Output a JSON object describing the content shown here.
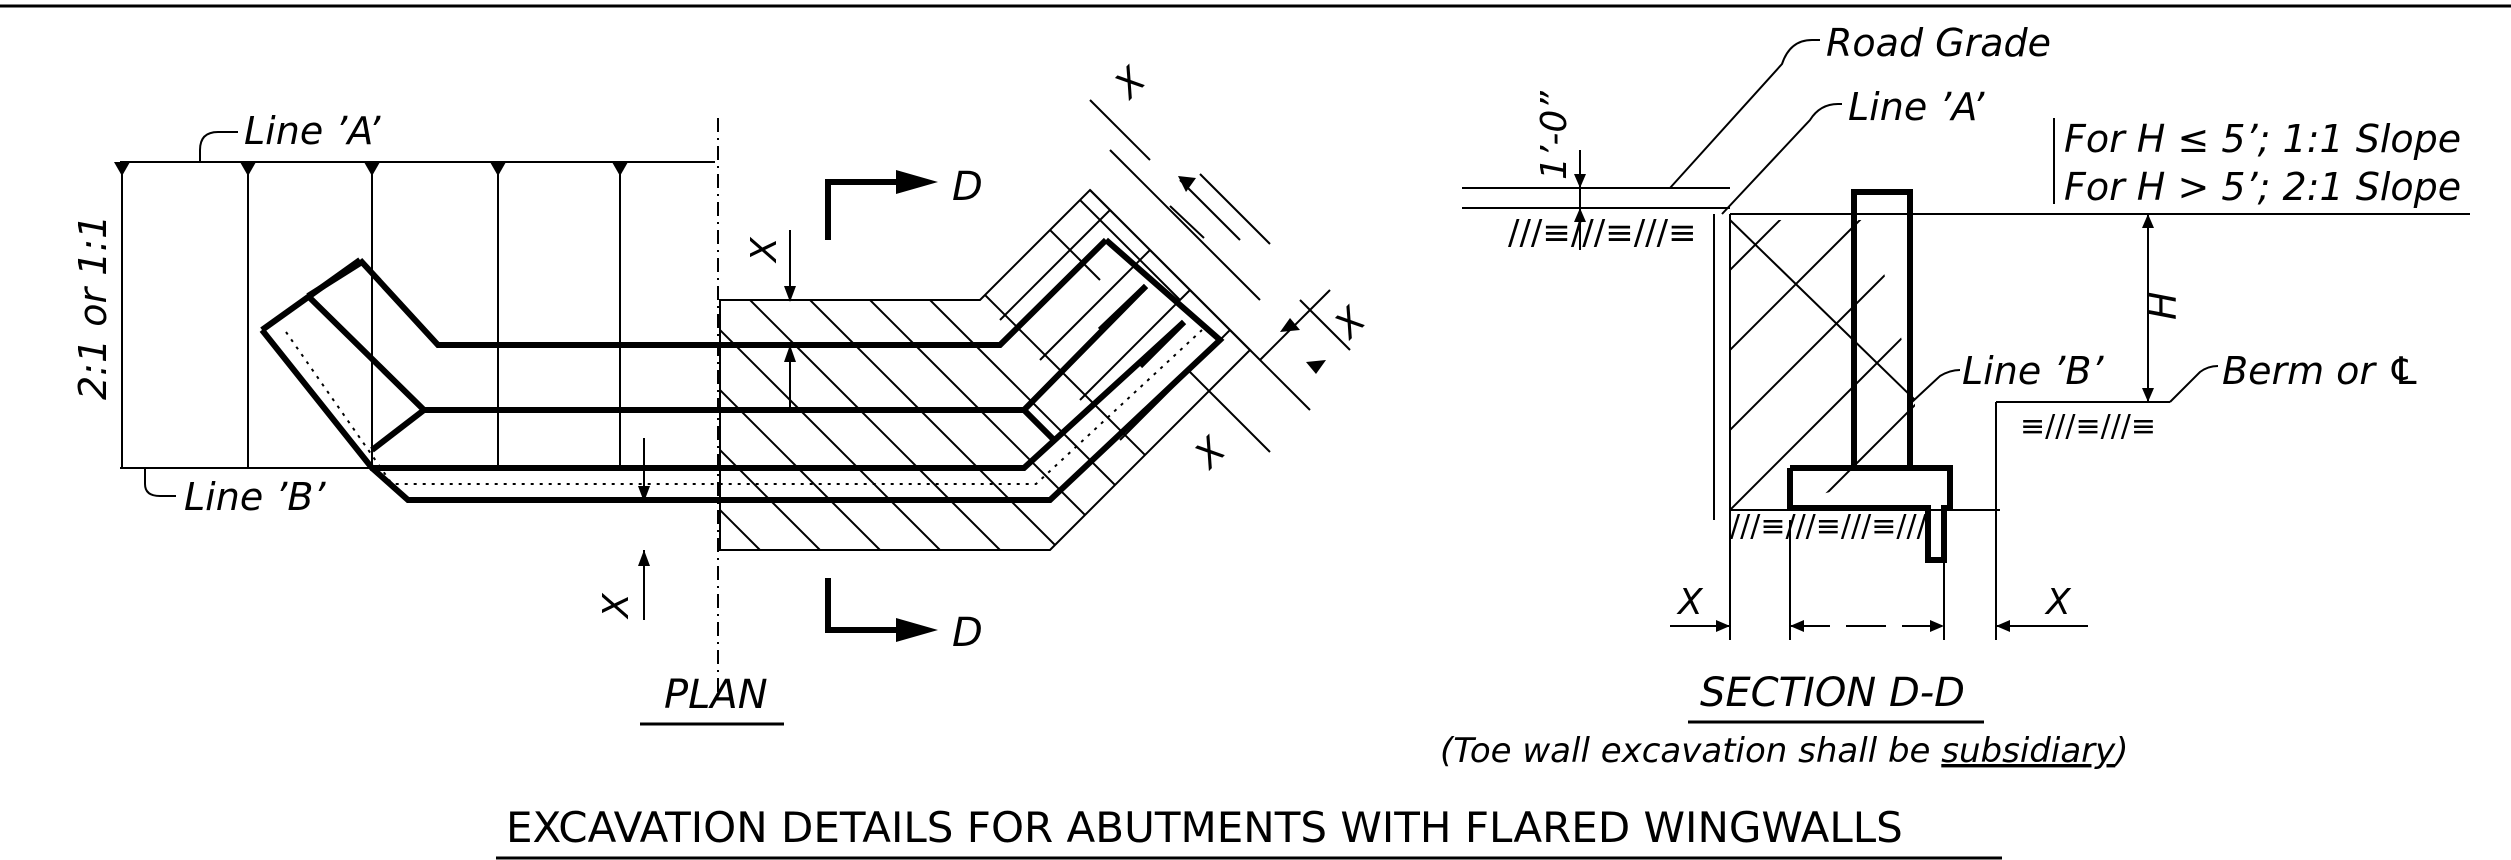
{
  "plan": {
    "line_a": "Line ’A’",
    "line_b": "Line ’B’",
    "slope": "2:1 or 1:1",
    "x_top": "X",
    "x_right_1": "X",
    "x_right_2": "X",
    "x_mid": "X",
    "x_bottom": "X",
    "section_mark": "D",
    "title": "PLAN"
  },
  "section": {
    "road_grade": "Road Grade",
    "line_a": "Line ’A’",
    "one_foot": "1’-0”",
    "slope_note_1": "For H ≤ 5’; 1:1 Slope",
    "slope_note_2": "For H > 5’; 2:1 Slope",
    "h": "H",
    "line_b": "Line ’B’",
    "berm": "Berm or ℄",
    "x_left": "X",
    "x_right": "X",
    "title": "SECTION D-D",
    "note_prefix": "(Toe wall excavation shall be ",
    "note_underlined": "subsidiary",
    "note_suffix": ")"
  },
  "main_title": "EXCAVATION DETAILS FOR ABUTMENTS WITH FLARED WINGWALLS"
}
